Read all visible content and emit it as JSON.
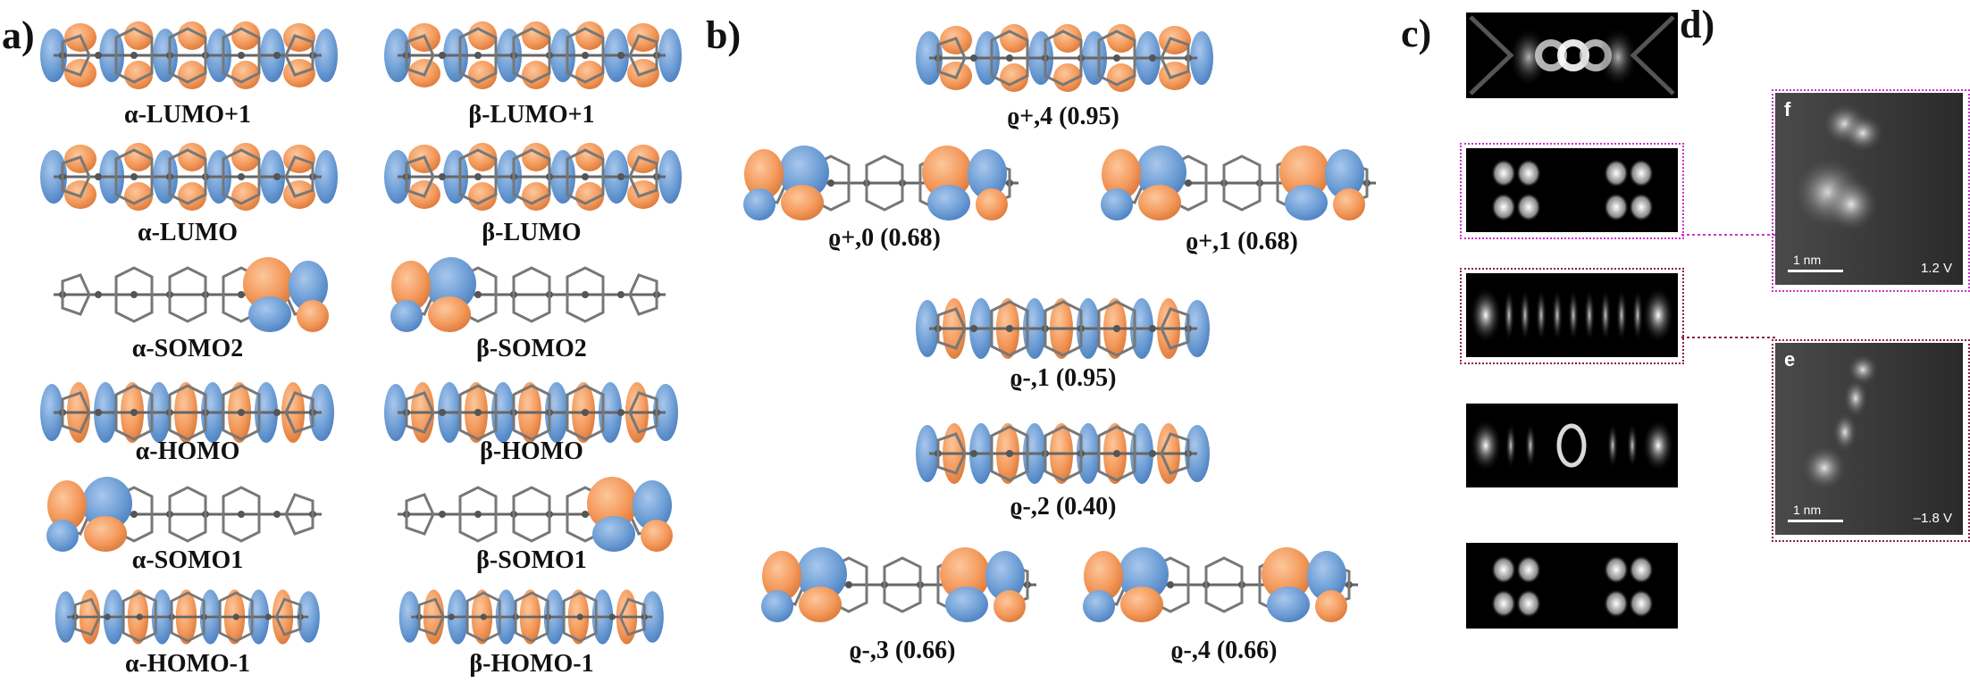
{
  "panels": {
    "a": "a)",
    "b": "b)",
    "c": "c)",
    "d": "d)"
  },
  "orbitals_a": [
    {
      "left": "α-LUMO+1",
      "right": "β-LUMO+1"
    },
    {
      "left": "α-LUMO",
      "right": "β-LUMO"
    },
    {
      "left": "α-SOMO2",
      "right": "β-SOMO2"
    },
    {
      "left": "α-HOMO",
      "right": "β-HOMO"
    },
    {
      "left": "α-SOMO1",
      "right": "β-SOMO1"
    },
    {
      "left": "α-HOMO-1",
      "right": "β-HOMO-1"
    }
  ],
  "orbitals_b": [
    "ϱ+,4 (0.95)",
    "ϱ+,0 (0.68)",
    "ϱ+,1 (0.68)",
    "ϱ-,1 (0.95)",
    "ϱ-,2 (0.40)",
    "ϱ-,3 (0.66)",
    "ϱ-,4 (0.66)"
  ],
  "stm": {
    "f": {
      "letter": "f",
      "scale": "1 nm",
      "voltage": "1.2 V"
    },
    "e": {
      "letter": "e",
      "scale": "1 nm",
      "voltage": "–1.8 V"
    }
  },
  "colors": {
    "lobe_orange": "#f49a5c",
    "lobe_blue": "#6f9fd6",
    "connector_magenta": "#cc33cc",
    "connector_maroon": "#8b2346"
  }
}
